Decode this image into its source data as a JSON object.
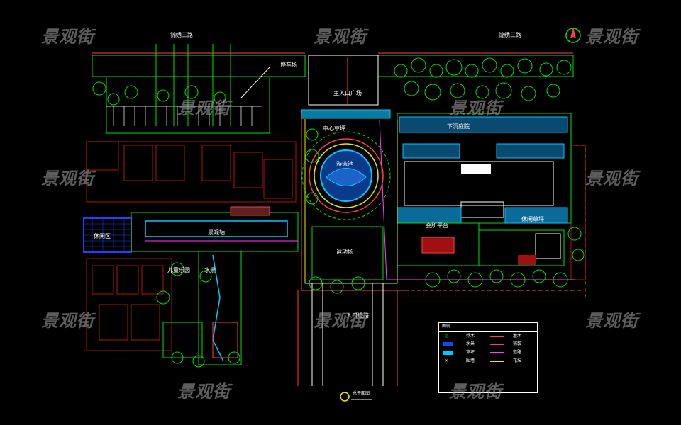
{
  "watermark": "景观街",
  "labels": {
    "road_north_left": "锦绣三路",
    "road_north_right": "锦绣三路",
    "entrance_plaza": "主入口广场",
    "parking": "停车场",
    "central_lawn": "中心草坪",
    "pool_area": "游泳池",
    "sunken_garden": "下沉庭院",
    "view_axis": "景观轴",
    "rest_area": "休闲区",
    "kids_play": "儿童乐园",
    "water_feature": "水景",
    "sport_court": "运动场",
    "clubhouse_terrace": "会所平台",
    "east_lawn": "休闲草坪",
    "entrance_road": "入口道路",
    "plan_title": "总平面图"
  },
  "legend": {
    "title": "图例",
    "items": [
      "乔木",
      "灌木",
      "水景",
      "铺装",
      "草坪",
      "道路",
      "围墙",
      "花坛"
    ]
  },
  "colors": {
    "green": "#00e000",
    "red": "#d41c1c",
    "yellow": "#e8e800",
    "cyan": "#00c8ff",
    "blue": "#2040ff",
    "magenta": "#ff40ff",
    "white": "#ffffff"
  }
}
